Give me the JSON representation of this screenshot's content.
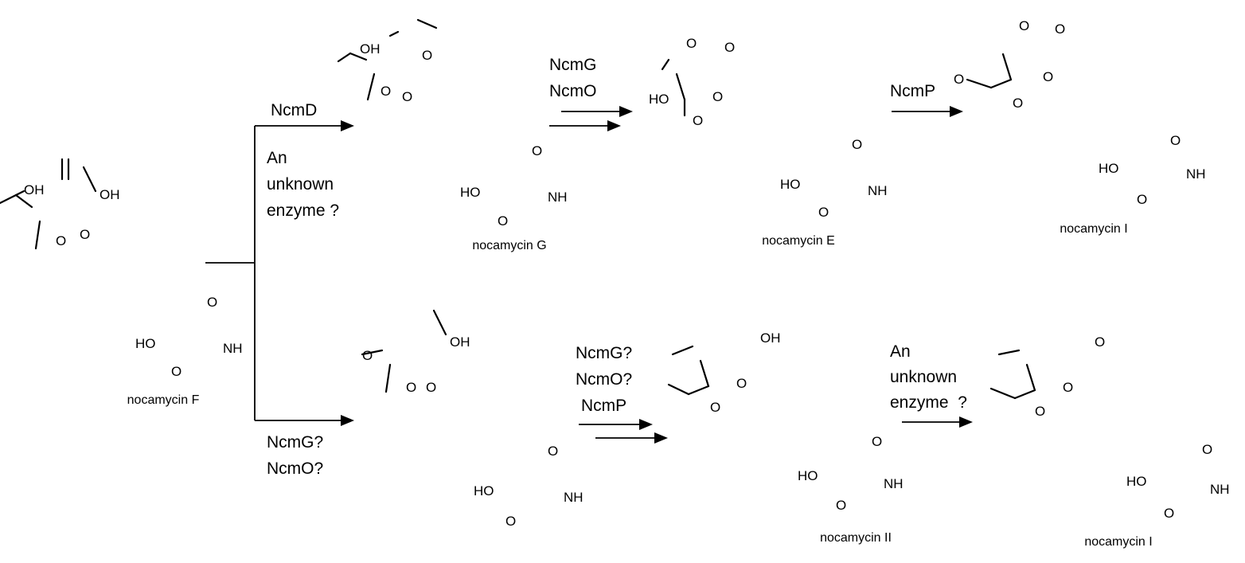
{
  "pathway": {
    "molecules": [
      {
        "name": "nocamycin F"
      },
      {
        "name": "nocamycin G"
      },
      {
        "name": "nocamycin E"
      },
      {
        "name": "nocamycin I"
      },
      {
        "name": "nocamycin II"
      },
      {
        "name": "nocamycin I"
      }
    ],
    "atoms": {
      "oh": "OH",
      "ho": "HO",
      "nh": "NH",
      "o": "O"
    },
    "enzymes": {
      "branch_top": [
        "NcmD",
        "An",
        "unknown",
        "enzyme ?"
      ],
      "branch_bottom": [
        "NcmG?",
        "NcmO?"
      ],
      "top_step2": [
        "NcmG",
        "NcmO"
      ],
      "top_step3": [
        "NcmP"
      ],
      "bottom_step2": [
        "NcmG?",
        "NcmO?",
        "NcmP"
      ],
      "bottom_step3": [
        "An",
        "unknown",
        "enzyme  ?"
      ]
    },
    "icons": {
      "reaction_arrow": "right-arrow-icon",
      "branch": "branch-connector"
    }
  }
}
